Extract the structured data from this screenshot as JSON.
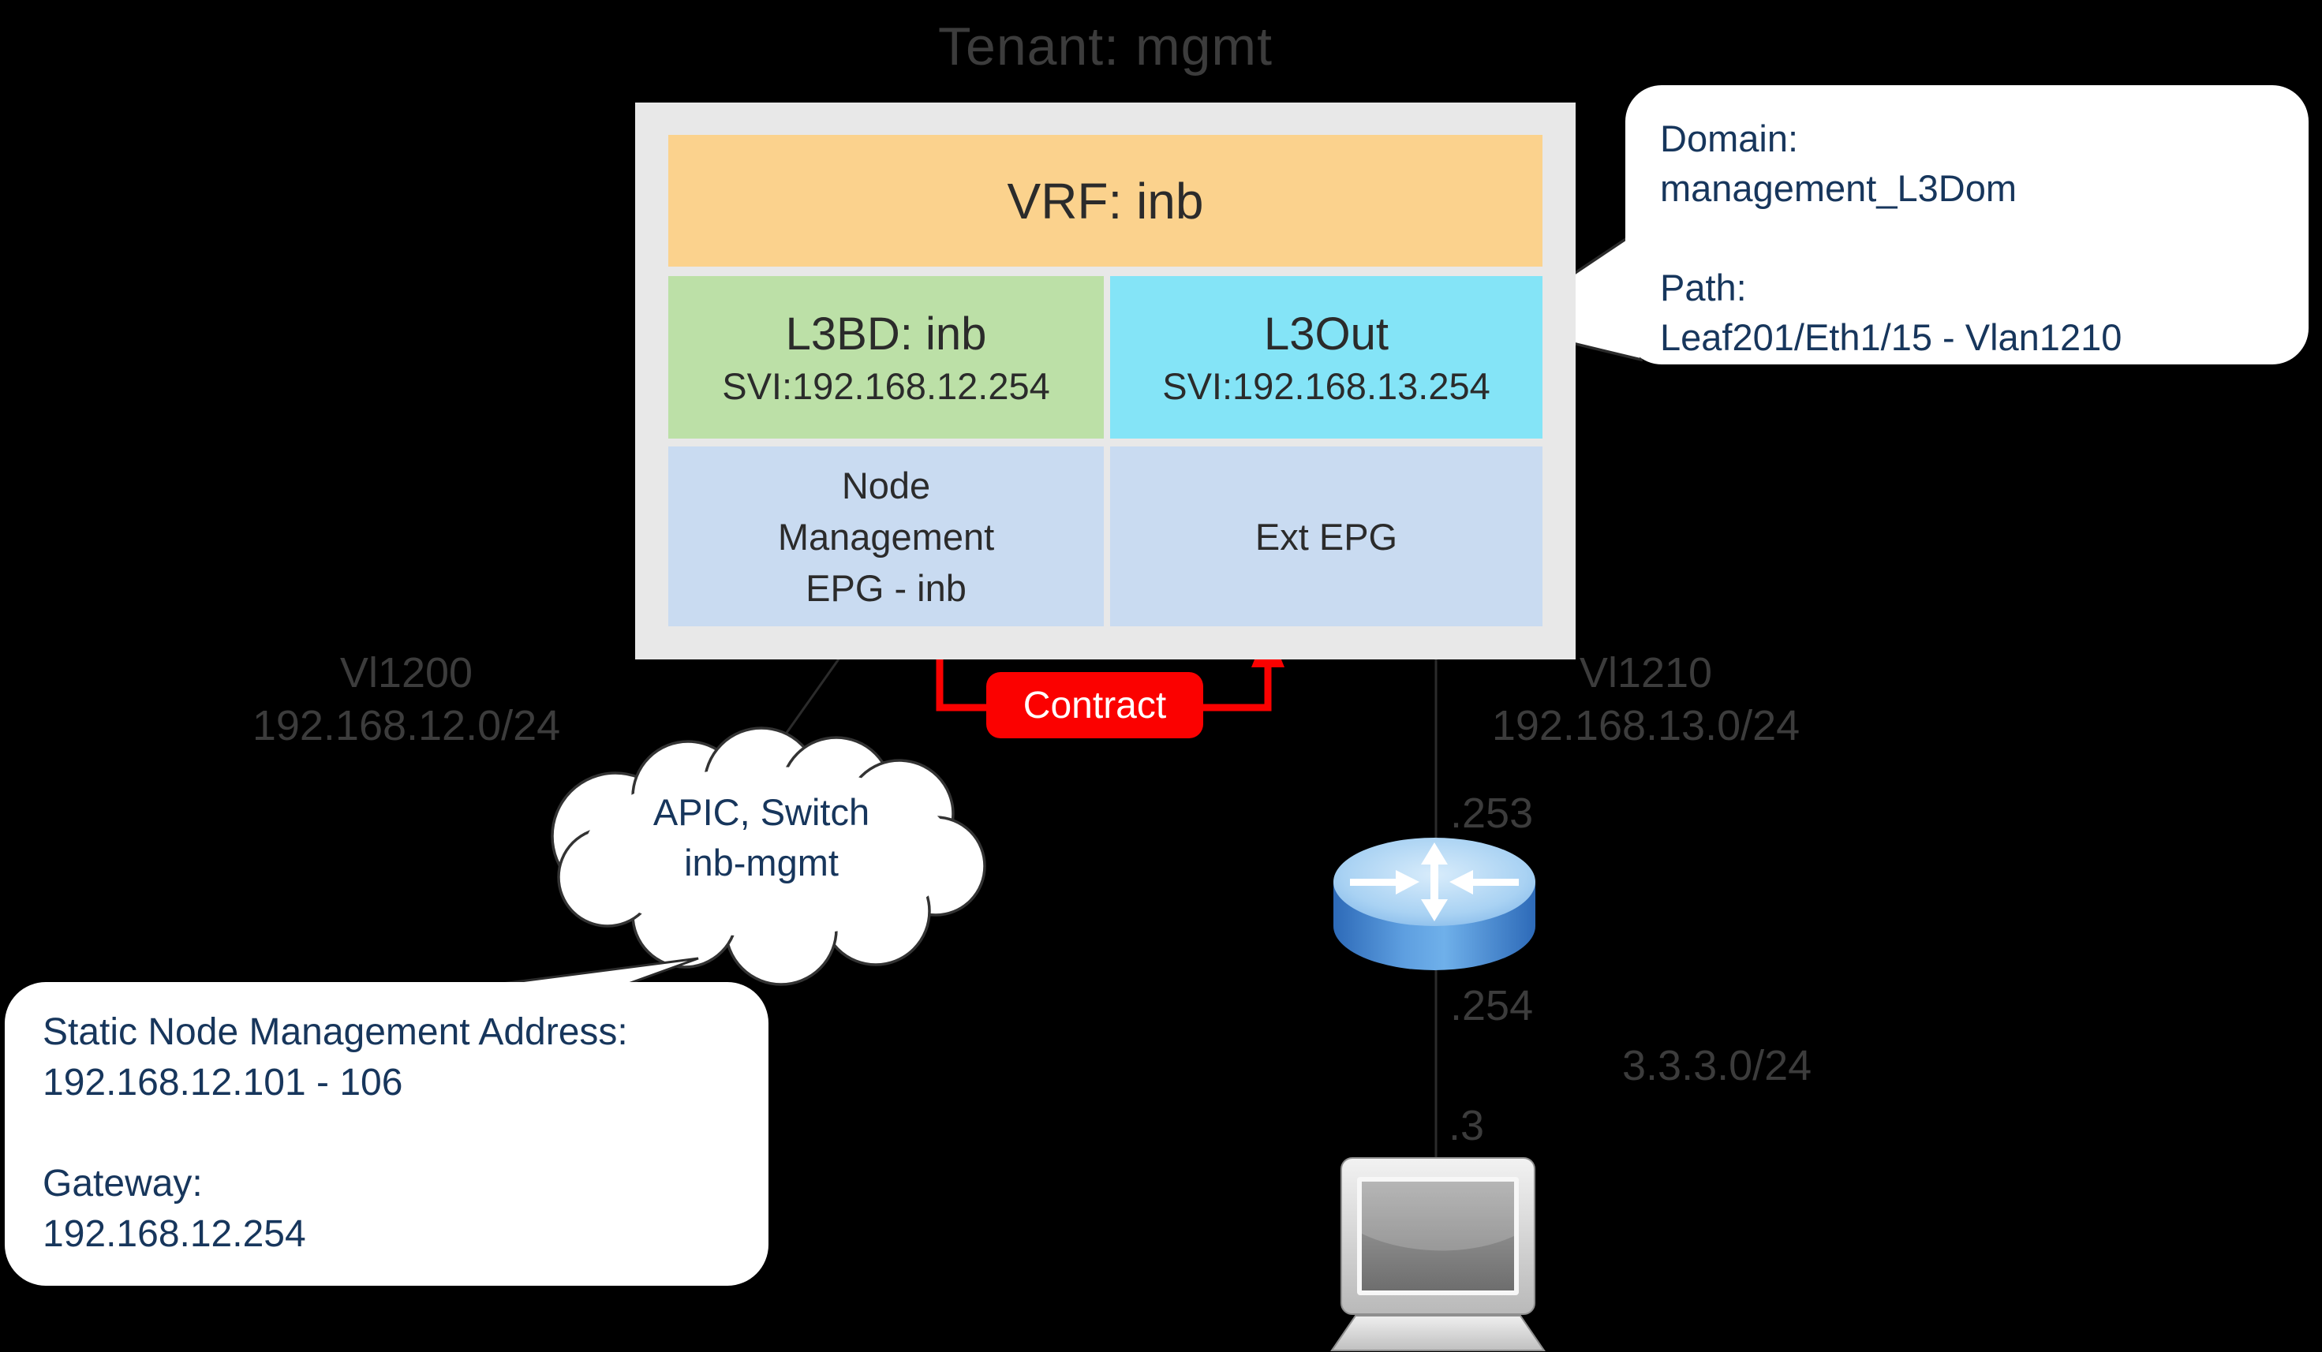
{
  "title": "Tenant: mgmt",
  "tenant": {
    "vrf_label": "VRF: inb",
    "l3bd": {
      "title": "L3BD: inb",
      "svi": "SVI:192.168.12.254"
    },
    "l3out": {
      "title": "L3Out",
      "svi": "SVI:192.168.13.254"
    },
    "node_mgmt_epg": {
      "line1": "Node",
      "line2": "Management",
      "line3": "EPG - inb"
    },
    "ext_epg_label": "Ext EPG"
  },
  "contract_label": "Contract",
  "domain_callout": {
    "label1": "Domain:",
    "value1": "management_L3Dom",
    "label2": "Path:",
    "value2": "Leaf201/Eth1/15 - Vlan1210"
  },
  "management_cloud": {
    "line1": "APIC, Switch",
    "line2": "inb-mgmt"
  },
  "static_callout": {
    "label1": "Static Node Management Address:",
    "value1": "192.168.12.101 - 106",
    "label2": "Gateway:",
    "value2": "192.168.12.254"
  },
  "left_link": {
    "vlan": "Vl1200",
    "subnet": "192.168.12.0/24"
  },
  "right_link": {
    "vlan": "Vl1210",
    "subnet": "192.168.13.0/24"
  },
  "router_link": {
    "upper_ip": ".253",
    "lower_ip": ".254",
    "host_ip": ".3",
    "subnet": "3.3.3.0/24"
  },
  "icons": {
    "router": "router-icon",
    "laptop": "laptop-icon",
    "cloud": "cloud-shape"
  },
  "colors": {
    "background": "#000000",
    "container_gray": "#e8e8e8",
    "vrf_orange": "#fbd28d",
    "l3bd_green": "#bce0a7",
    "l3out_cyan": "#84e4f7",
    "epg_blue": "#c9dbf1",
    "contract_red": "#fb0100",
    "callout_navy": "#17365c",
    "muted_gray_text": "#3c3c3c"
  }
}
